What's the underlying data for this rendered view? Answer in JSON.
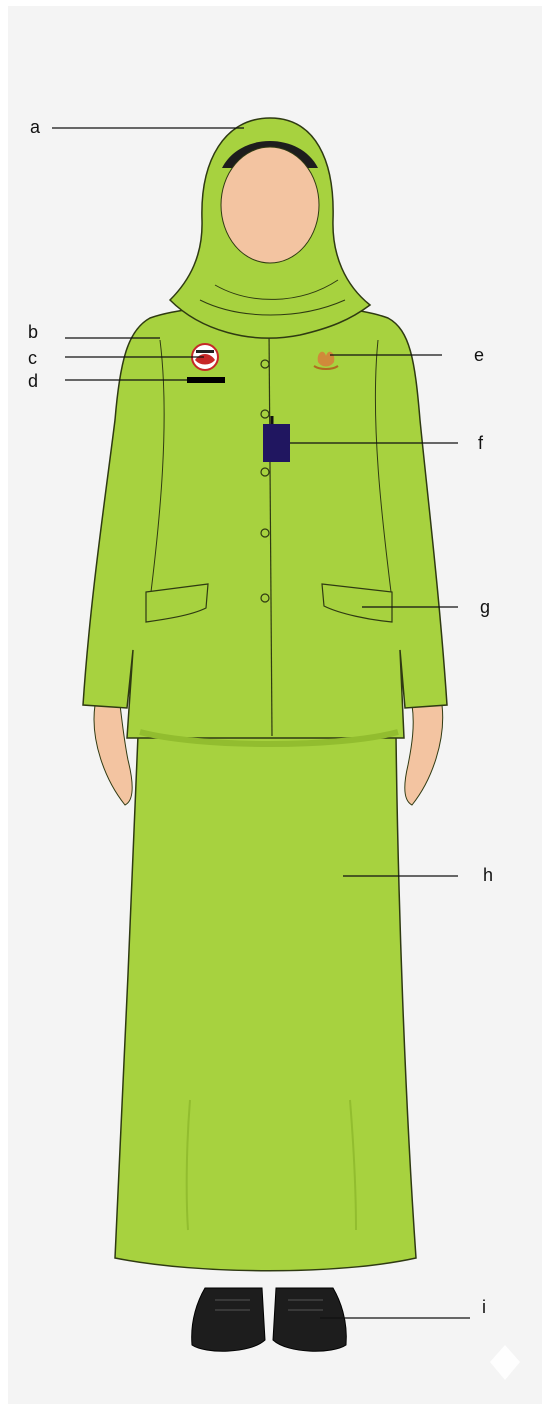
{
  "diagram": {
    "labels": [
      {
        "id": "label-a",
        "text": "a",
        "part": "hijab"
      },
      {
        "id": "label-b",
        "text": "b",
        "part": "jacket-collar"
      },
      {
        "id": "label-c",
        "text": "c",
        "part": "round-badge"
      },
      {
        "id": "label-d",
        "text": "d",
        "part": "name-bar"
      },
      {
        "id": "label-e",
        "text": "e",
        "part": "emblem"
      },
      {
        "id": "label-f",
        "text": "f",
        "part": "id-card"
      },
      {
        "id": "label-g",
        "text": "g",
        "part": "pocket-flap"
      },
      {
        "id": "label-h",
        "text": "h",
        "part": "skirt"
      },
      {
        "id": "label-i",
        "text": "i",
        "part": "shoes"
      }
    ]
  },
  "colors": {
    "background": "#f4f4f4",
    "uniform": "#a7d23f",
    "uniform_shade": "#92bd2f",
    "outline": "#2f3a12",
    "skin": "#f3c4a1",
    "id_card": "#201660",
    "emblem": "#d08a3a",
    "shoes": "#1d1d1d"
  },
  "icons": [
    "round-badge-icon",
    "emblem-icon",
    "watermark-icon"
  ]
}
